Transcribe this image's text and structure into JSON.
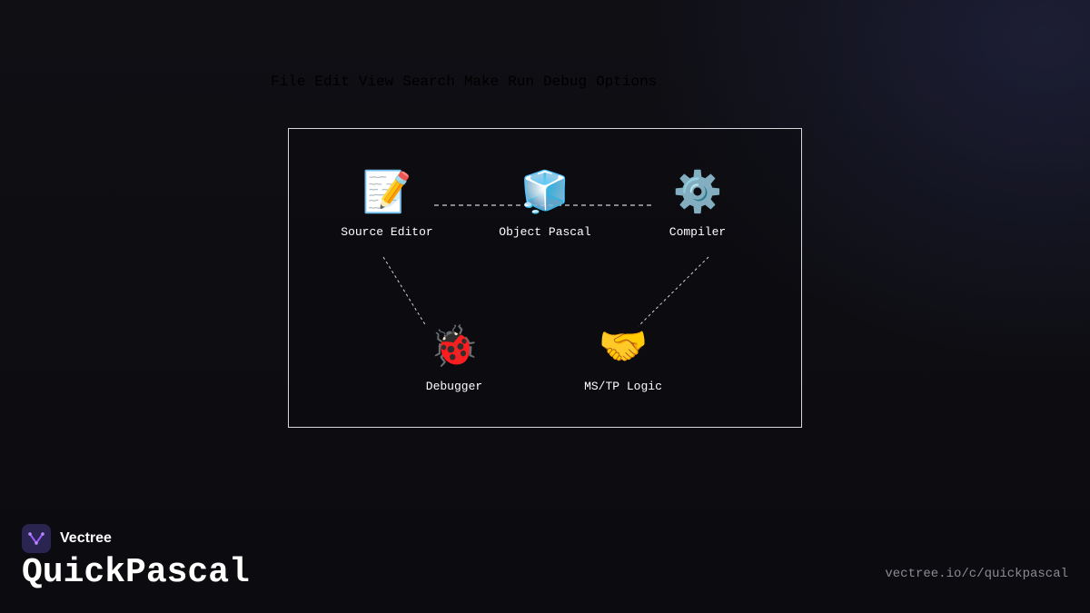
{
  "menu": {
    "items": [
      "File",
      "Edit",
      "View",
      "Search",
      "Make",
      "Run",
      "Debug",
      "Options"
    ]
  },
  "diagram": {
    "nodes": [
      {
        "id": "source-editor",
        "icon": "memo-pencil-icon",
        "glyph": "📝",
        "label": "Source Editor"
      },
      {
        "id": "object-pascal",
        "icon": "ice-cube-icon",
        "glyph": "🧊",
        "label": "Object Pascal"
      },
      {
        "id": "compiler",
        "icon": "gear-icon",
        "glyph": "⚙️",
        "label": "Compiler"
      },
      {
        "id": "debugger",
        "icon": "ladybug-icon",
        "glyph": "🐞",
        "label": "Debugger"
      },
      {
        "id": "mstp-logic",
        "icon": "handshake-icon",
        "glyph": "🤝",
        "label": "MS/TP Logic"
      }
    ],
    "edges": [
      {
        "from": "source-editor",
        "to": "compiler",
        "style": "dashed"
      },
      {
        "from": "source-editor",
        "to": "debugger",
        "style": "dotted"
      },
      {
        "from": "compiler",
        "to": "mstp-logic",
        "style": "dotted"
      }
    ]
  },
  "brand": {
    "name": "Vectree",
    "logo_icon": "vectree-logo-icon",
    "logo_color": "#2a2550",
    "accent": "#9b5cff"
  },
  "product": {
    "title": "QuickPascal"
  },
  "footer": {
    "url": "vectree.io/c/quickpascal"
  },
  "colors": {
    "background": "#0f0f14",
    "frame_border": "#d6d6dc",
    "text": "#ffffff",
    "muted": "#8a8a92"
  }
}
